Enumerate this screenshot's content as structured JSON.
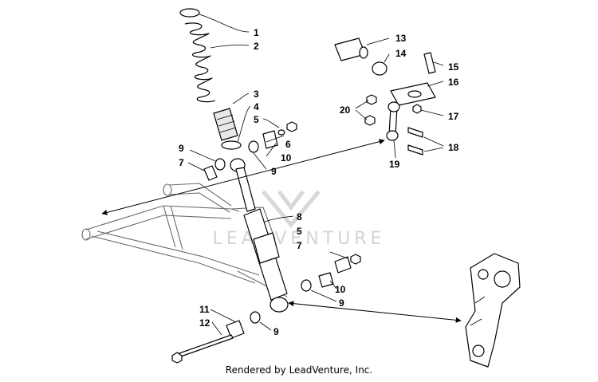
{
  "diagram": {
    "watermark": "LEADVENTURE",
    "credit": "Rendered by LeadVenture, Inc.",
    "callouts": {
      "c1": "1",
      "c2": "2",
      "c3": "3",
      "c4": "4",
      "c5a": "5",
      "c6": "6",
      "c9a": "9",
      "c7a": "7",
      "c10a": "10",
      "c9b": "9",
      "c13": "13",
      "c14": "14",
      "c15": "15",
      "c16": "16",
      "c17": "17",
      "c20": "20",
      "c18": "18",
      "c19": "19",
      "c8": "8",
      "c5b": "5",
      "c7b": "7",
      "c10b": "10",
      "c9c": "9",
      "c11": "11",
      "c12": "12",
      "c9d": "9"
    }
  }
}
